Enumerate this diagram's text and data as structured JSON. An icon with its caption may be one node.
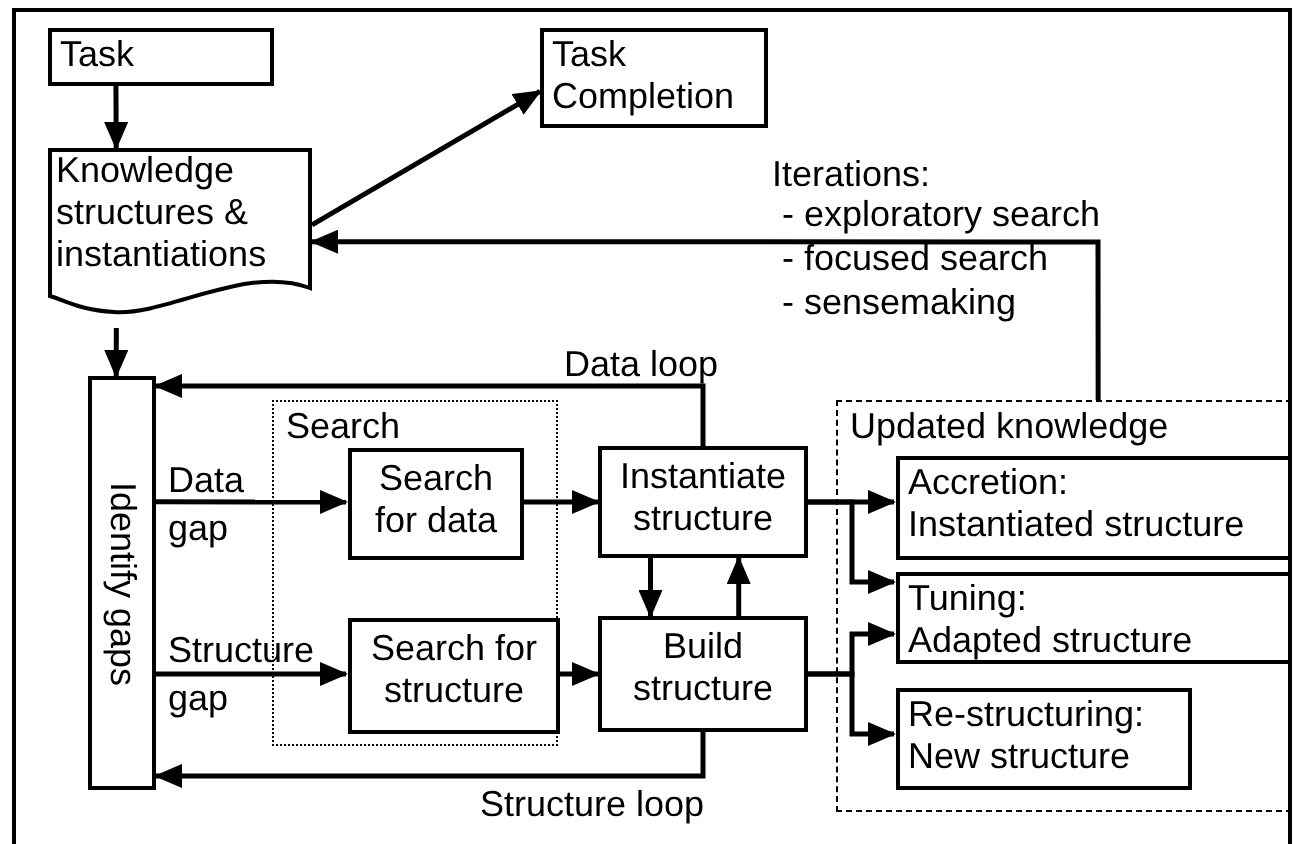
{
  "diagram": {
    "nodes": [
      {
        "text": [
          "Task"
        ]
      },
      {
        "text": [
          "Task Completion"
        ]
      },
      {
        "text": [
          "Knowledge structures & instantiations"
        ]
      },
      {
        "text": [
          "Identify gaps"
        ]
      },
      {
        "text": [
          "Search"
        ]
      },
      {
        "text": [
          "Search for data"
        ],
        "in": 4
      },
      {
        "text": [
          "Search for structure"
        ],
        "in": 4
      },
      {
        "text": [
          "Instantiate structure"
        ]
      },
      {
        "text": [
          "Build structure"
        ]
      },
      {
        "text": [
          "Updated knowledge"
        ]
      },
      {
        "text": [
          "Accretion:",
          "Instantiated structure"
        ],
        "in": 9
      },
      {
        "text": [
          "Tuning:",
          "Adapted structure"
        ],
        "in": 9
      },
      {
        "text": [
          "Re-structuring:",
          "New structure"
        ],
        "in": 9
      }
    ],
    "edges": [
      {
        "from": 0,
        "to": 2,
        "arrow": "to"
      },
      {
        "from": 2,
        "to": 1,
        "arrow": "to"
      },
      {
        "from": 9,
        "to": 2,
        "arrow": "to",
        "label": "Iterations:"
      },
      {
        "from": 2,
        "to": 3,
        "arrow": "to"
      },
      {
        "from": 3,
        "to": 5,
        "arrow": "to",
        "label": "Data gap"
      },
      {
        "from": 3,
        "to": 6,
        "arrow": "to",
        "label": "Structure gap"
      },
      {
        "from": 5,
        "to": 7,
        "arrow": "to"
      },
      {
        "from": 6,
        "to": 8,
        "arrow": "to"
      },
      {
        "from": 7,
        "to": 8,
        "arrow": "to"
      },
      {
        "from": 8,
        "to": 7,
        "arrow": "to"
      },
      {
        "from": 7,
        "to": 3,
        "arrow": "to",
        "label": "Data loop"
      },
      {
        "from": 8,
        "to": 3,
        "arrow": "to",
        "label": "Structure loop"
      },
      {
        "from": 7,
        "to": 10,
        "arrow": "to"
      },
      {
        "from": 7,
        "to": 11,
        "arrow": "to"
      },
      {
        "from": 8,
        "to": 11,
        "arrow": "to"
      },
      {
        "from": 8,
        "to": 12,
        "arrow": "to"
      }
    ],
    "labels": [
      "- exploratory search",
      "- focused search",
      "- sensemaking"
    ]
  }
}
